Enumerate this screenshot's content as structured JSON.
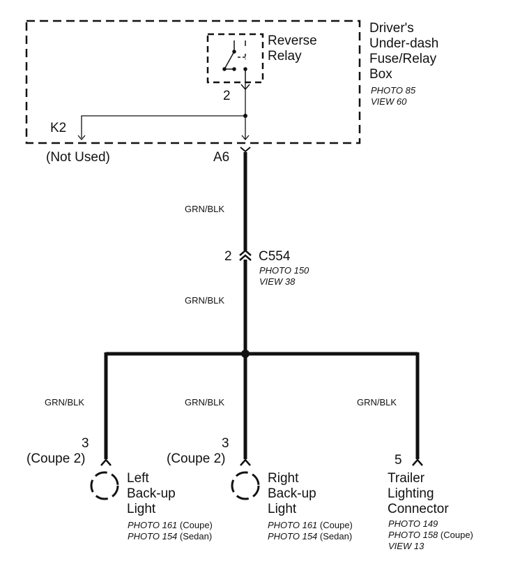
{
  "fuse_box": {
    "label_lines": [
      "Driver's",
      "Under-dash",
      "Fuse/Relay",
      "Box"
    ],
    "photo": "PHOTO 85",
    "view": "VIEW 60"
  },
  "relay": {
    "label_lines": [
      "Reverse",
      "Relay"
    ],
    "pin": "2"
  },
  "terminals": {
    "k2": "K2",
    "not_used": "(Not Used)",
    "a6": "A6"
  },
  "wire_color": "GRN/BLK",
  "connector_c554": {
    "pin": "2",
    "name": "C554",
    "photo": "PHOTO 150",
    "view": "VIEW 38"
  },
  "left_light": {
    "pin": "3",
    "variant": "(Coupe 2)",
    "label_lines": [
      "Left",
      "Back-up",
      "Light"
    ],
    "photo_coupe": "PHOTO 161",
    "coupe": "(Coupe)",
    "photo_sedan": "PHOTO 154",
    "sedan": "(Sedan)"
  },
  "right_light": {
    "pin": "3",
    "variant": "(Coupe 2)",
    "label_lines": [
      "Right",
      "Back-up",
      "Light"
    ],
    "photo_coupe": "PHOTO 161",
    "coupe": "(Coupe)",
    "photo_sedan": "PHOTO 154",
    "sedan": "(Sedan)"
  },
  "trailer": {
    "pin": "5",
    "label_lines": [
      "Trailer",
      "Lighting",
      "Connector"
    ],
    "photo_a": "PHOTO 149",
    "photo_b": "PHOTO 158",
    "coupe": "(Coupe)",
    "view": "VIEW 13"
  },
  "colors": {
    "line": "#111111",
    "background": "#ffffff"
  }
}
